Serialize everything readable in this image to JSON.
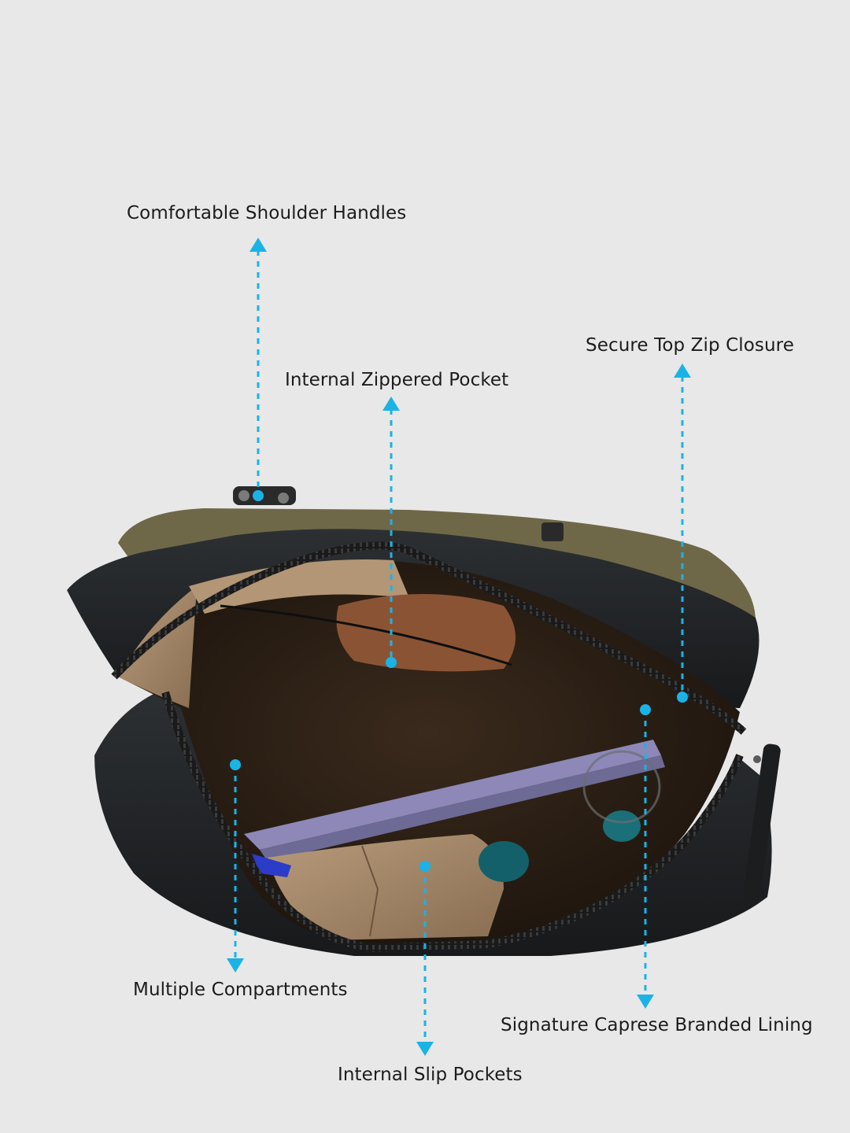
{
  "annotations": {
    "shoulder_handles": "Comfortable Shoulder Handles",
    "zippered_pocket": "Internal Zippered Pocket",
    "top_zip": "Secure Top Zip Closure",
    "compartments": "Multiple Compartments",
    "branded_lining": "Signature Caprese Branded Lining",
    "slip_pockets": "Internal Slip Pockets"
  },
  "colors": {
    "background": "#e8e8e8",
    "accent_arrow": "#1ab3e6",
    "bag_leather": "#222426",
    "bag_canvas": "#6f6848",
    "lining": "#a78b6d",
    "label_text": "#1c1c1c"
  }
}
